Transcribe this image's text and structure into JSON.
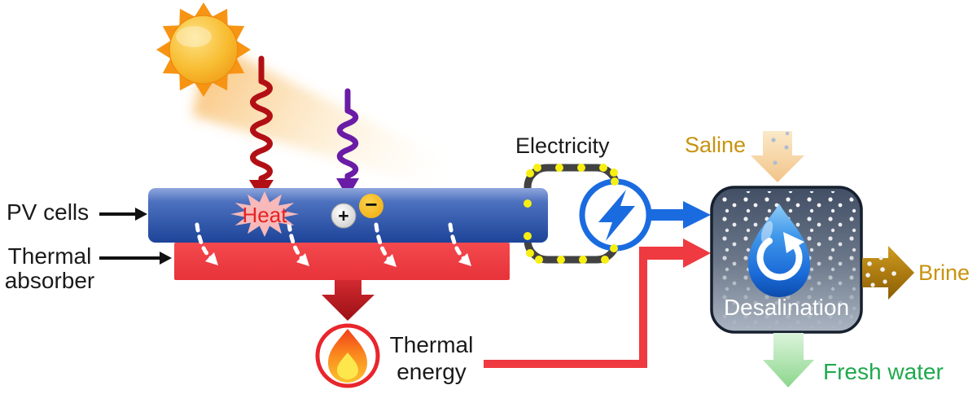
{
  "labels": {
    "pv_cells": "PV cells",
    "thermal_absorber": {
      "line1": "Thermal",
      "line2": "absorber"
    },
    "electricity": "Electricity",
    "heat": "Heat",
    "plus_charge": "+",
    "minus_charge": "−",
    "thermal_energy": {
      "line1": "Thermal",
      "line2": "energy"
    },
    "saline": "Saline",
    "desalination": "Desalination",
    "brine": "Brine",
    "fresh_water": "Fresh water"
  },
  "colors": {
    "pv_bar_blue": "#2c55aa",
    "absorber_red": "#ee3a40",
    "electric_blue": "#1b6be0",
    "wire_dark": "#424242",
    "electron_dot_yellow": "#f7ef12",
    "heat_text_red": "#e62222",
    "heat_wave_red": "#b20f15",
    "photon_wave_purple": "#6a1ca6",
    "saline_text_gold": "#c8930f",
    "brine_arrow_gold": "#a06c08",
    "fresh_water_green": "#1fa94e",
    "desal_box_top": "#414e64",
    "desal_box_bottom": "#abb5c2",
    "sun_orange": "#f79413",
    "minus_circle_yellow": "#f5b215",
    "heat_burst_pink": "#f7b9b9"
  },
  "icons": {
    "sun-icon": "spiked disc with radial gradient",
    "heat-wave-arrow-icon": "red wavy downward arrow",
    "photon-wave-arrow-icon": "purple wavy downward arrow",
    "heat-burst-icon": "pink starburst",
    "plus-charge-icon": "white circle with plus",
    "minus-charge-icon": "yellow circle with minus",
    "heat-transfer-dashed-arrow-icon": "white dashed curved arrows",
    "circuit-wire-icon": "dark rounded loop with yellow electron dots",
    "lightning-icon": "blue bolt in circle",
    "flame-icon": "flame in red ring",
    "water-drop-recycle-icon": "blue drop with white circular arrow",
    "saline-inflow-arrow-icon": "pale tan block arrow down",
    "brine-outflow-arrow-icon": "dark gold block arrow right with dots",
    "fresh-water-outflow-arrow-icon": "pale green block arrow down"
  }
}
